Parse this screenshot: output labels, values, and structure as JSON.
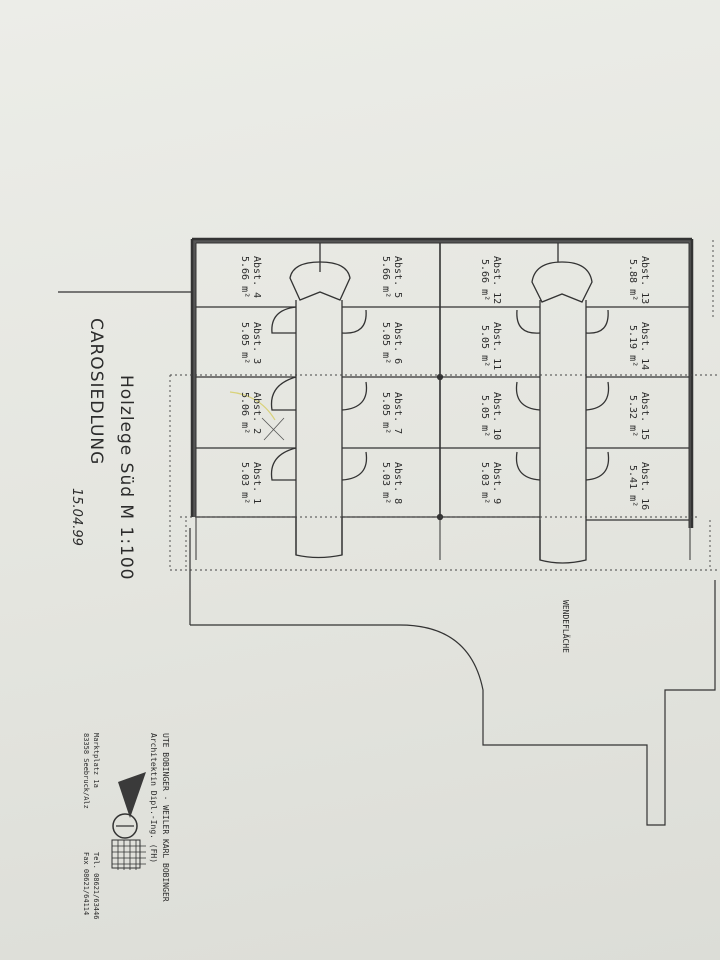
{
  "title": "Holzlege Süd M 1:100",
  "subtitle": "CAROSIEDLUNG",
  "date": "15.04.99",
  "area_label": "WENDEFLÄCHE",
  "compartments": [
    {
      "name": "Abst. 1",
      "area": "5.03 m²"
    },
    {
      "name": "Abst. 2",
      "area": "5.06 m²"
    },
    {
      "name": "Abst. 3",
      "area": "5.05 m²"
    },
    {
      "name": "Abst. 4",
      "area": "5.66 m²"
    },
    {
      "name": "Abst. 5",
      "area": "5.66 m²"
    },
    {
      "name": "Abst. 6",
      "area": "5.05 m²"
    },
    {
      "name": "Abst. 7",
      "area": "5.05 m²"
    },
    {
      "name": "Abst. 8",
      "area": "5.03 m²"
    },
    {
      "name": "Abst. 9",
      "area": "5.03 m²"
    },
    {
      "name": "Abst. 10",
      "area": "5.05 m²"
    },
    {
      "name": "Abst. 11",
      "area": "5.05 m²"
    },
    {
      "name": "Abst. 12",
      "area": "5.66 m²"
    },
    {
      "name": "Abst. 13",
      "area": "5.88 m²"
    },
    {
      "name": "Abst. 14",
      "area": "5.19 m²"
    },
    {
      "name": "Abst. 15",
      "area": "5.32 m²"
    },
    {
      "name": "Abst. 16",
      "area": "5.41 m²"
    }
  ],
  "architect": {
    "names": "UTE BOBINGER · WEILER   KARL BOBINGER",
    "titles": "Architektin   Dipl.-Ing. (FH)",
    "address1": "Marktplatz 1a",
    "address2": "83358 Seebruck/Alz",
    "tel": "Tel. 08621/63446",
    "fax": "Fax 08621/64114"
  }
}
